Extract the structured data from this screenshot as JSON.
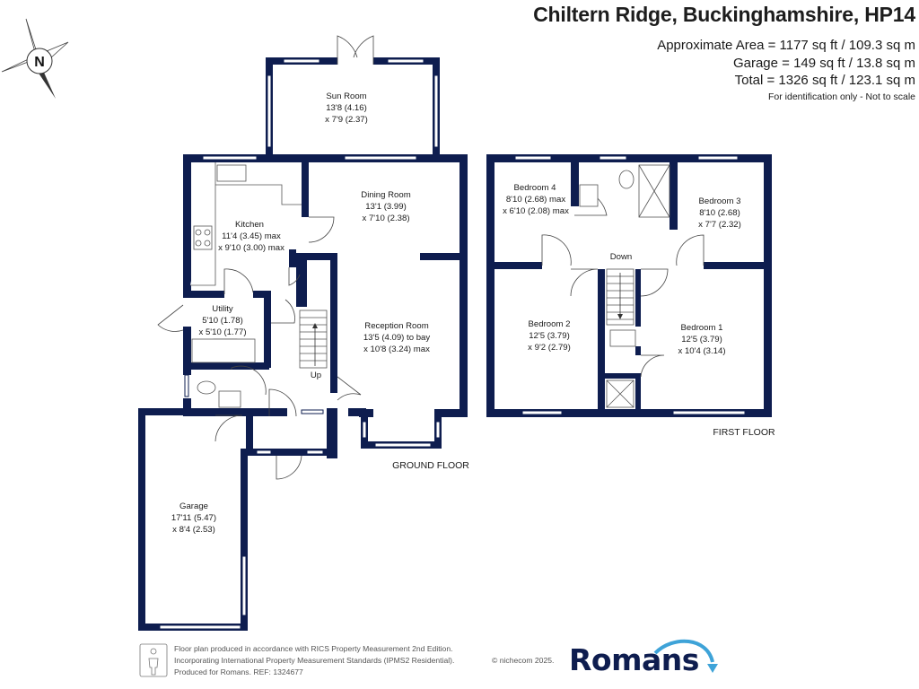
{
  "header": {
    "title": "Chiltern Ridge, Buckinghamshire, HP14",
    "area": "Approximate Area = 1177 sq ft / 109.3 sq m",
    "garage": "Garage = 149 sq ft / 13.8 sq m",
    "total": "Total = 1326 sq ft / 123.1 sq m",
    "disclaimer": "For identification only - Not to scale"
  },
  "compass": {
    "label": "N"
  },
  "ground_floor": {
    "label": "GROUND FLOOR",
    "rooms": {
      "sun_room": {
        "name": "Sun Room",
        "dim1": "13'8 (4.16)",
        "dim2": "x 7'9 (2.37)"
      },
      "dining_room": {
        "name": "Dining Room",
        "dim1": "13'1 (3.99)",
        "dim2": "x 7'10 (2.38)"
      },
      "kitchen": {
        "name": "Kitchen",
        "dim1": "11'4 (3.45) max",
        "dim2": "x 9'10 (3.00) max"
      },
      "utility": {
        "name": "Utility",
        "dim1": "5'10 (1.78)",
        "dim2": "x 5'10 (1.77)"
      },
      "reception_room": {
        "name": "Reception Room",
        "dim1": "13'5 (4.09) to bay",
        "dim2": "x 10'8 (3.24) max"
      },
      "garage": {
        "name": "Garage",
        "dim1": "17'11 (5.47)",
        "dim2": "x 8'4 (2.53)"
      }
    },
    "stairs_label": "Up"
  },
  "first_floor": {
    "label": "FIRST FLOOR",
    "rooms": {
      "bedroom_4": {
        "name": "Bedroom 4",
        "dim1": "8'10 (2.68) max",
        "dim2": "x 6'10 (2.08) max"
      },
      "bedroom_3": {
        "name": "Bedroom 3",
        "dim1": "8'10 (2.68)",
        "dim2": "x 7'7 (2.32)"
      },
      "bedroom_2": {
        "name": "Bedroom 2",
        "dim1": "12'5 (3.79)",
        "dim2": "x 9'2 (2.79)"
      },
      "bedroom_1": {
        "name": "Bedroom 1",
        "dim1": "12'5 (3.79)",
        "dim2": "x 10'4 (3.14)"
      }
    },
    "stairs_label": "Down"
  },
  "footer": {
    "line1": "Floor plan produced in accordance with RICS Property Measurement 2nd Edition.",
    "line2": "Incorporating International Property Measurement Standards (IPMS2 Residential).",
    "line3": "Produced for Romans.   REF: 1324677",
    "copyright": "© nichecom 2025.",
    "logo": "Romans"
  },
  "colors": {
    "wall": "#0e1d4f",
    "logo_accent": "#3ea3d8"
  }
}
